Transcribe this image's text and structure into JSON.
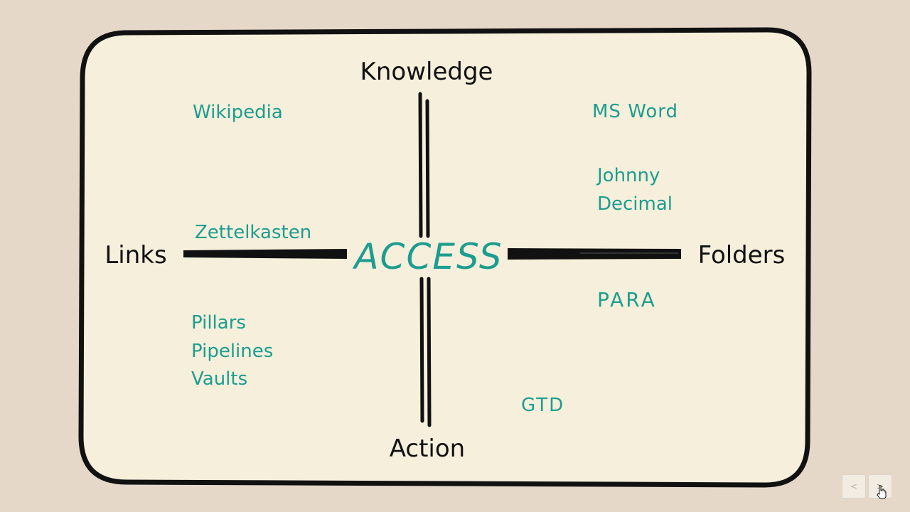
{
  "diagram": {
    "colors": {
      "background": "#e6d8c9",
      "board_fill": "#f5efdc",
      "ink": "#111111",
      "accent": "#1d9d8f"
    },
    "center": {
      "label": "ACCESS"
    },
    "axes": {
      "top": "Knowledge",
      "bottom": "Action",
      "left": "Links",
      "right": "Folders"
    },
    "items": {
      "wikipedia": "Wikipedia",
      "zettelkasten": "Zettelkasten",
      "ms_word": "MS Word",
      "johnny": "Johnny",
      "decimal": "Decimal",
      "para": "PARA",
      "pillars": "Pillars",
      "pipelines": "Pipelines",
      "vaults": "Vaults",
      "gtd": "GTD"
    }
  },
  "navigation": {
    "prev_label": "<",
    "next_label": ">"
  }
}
